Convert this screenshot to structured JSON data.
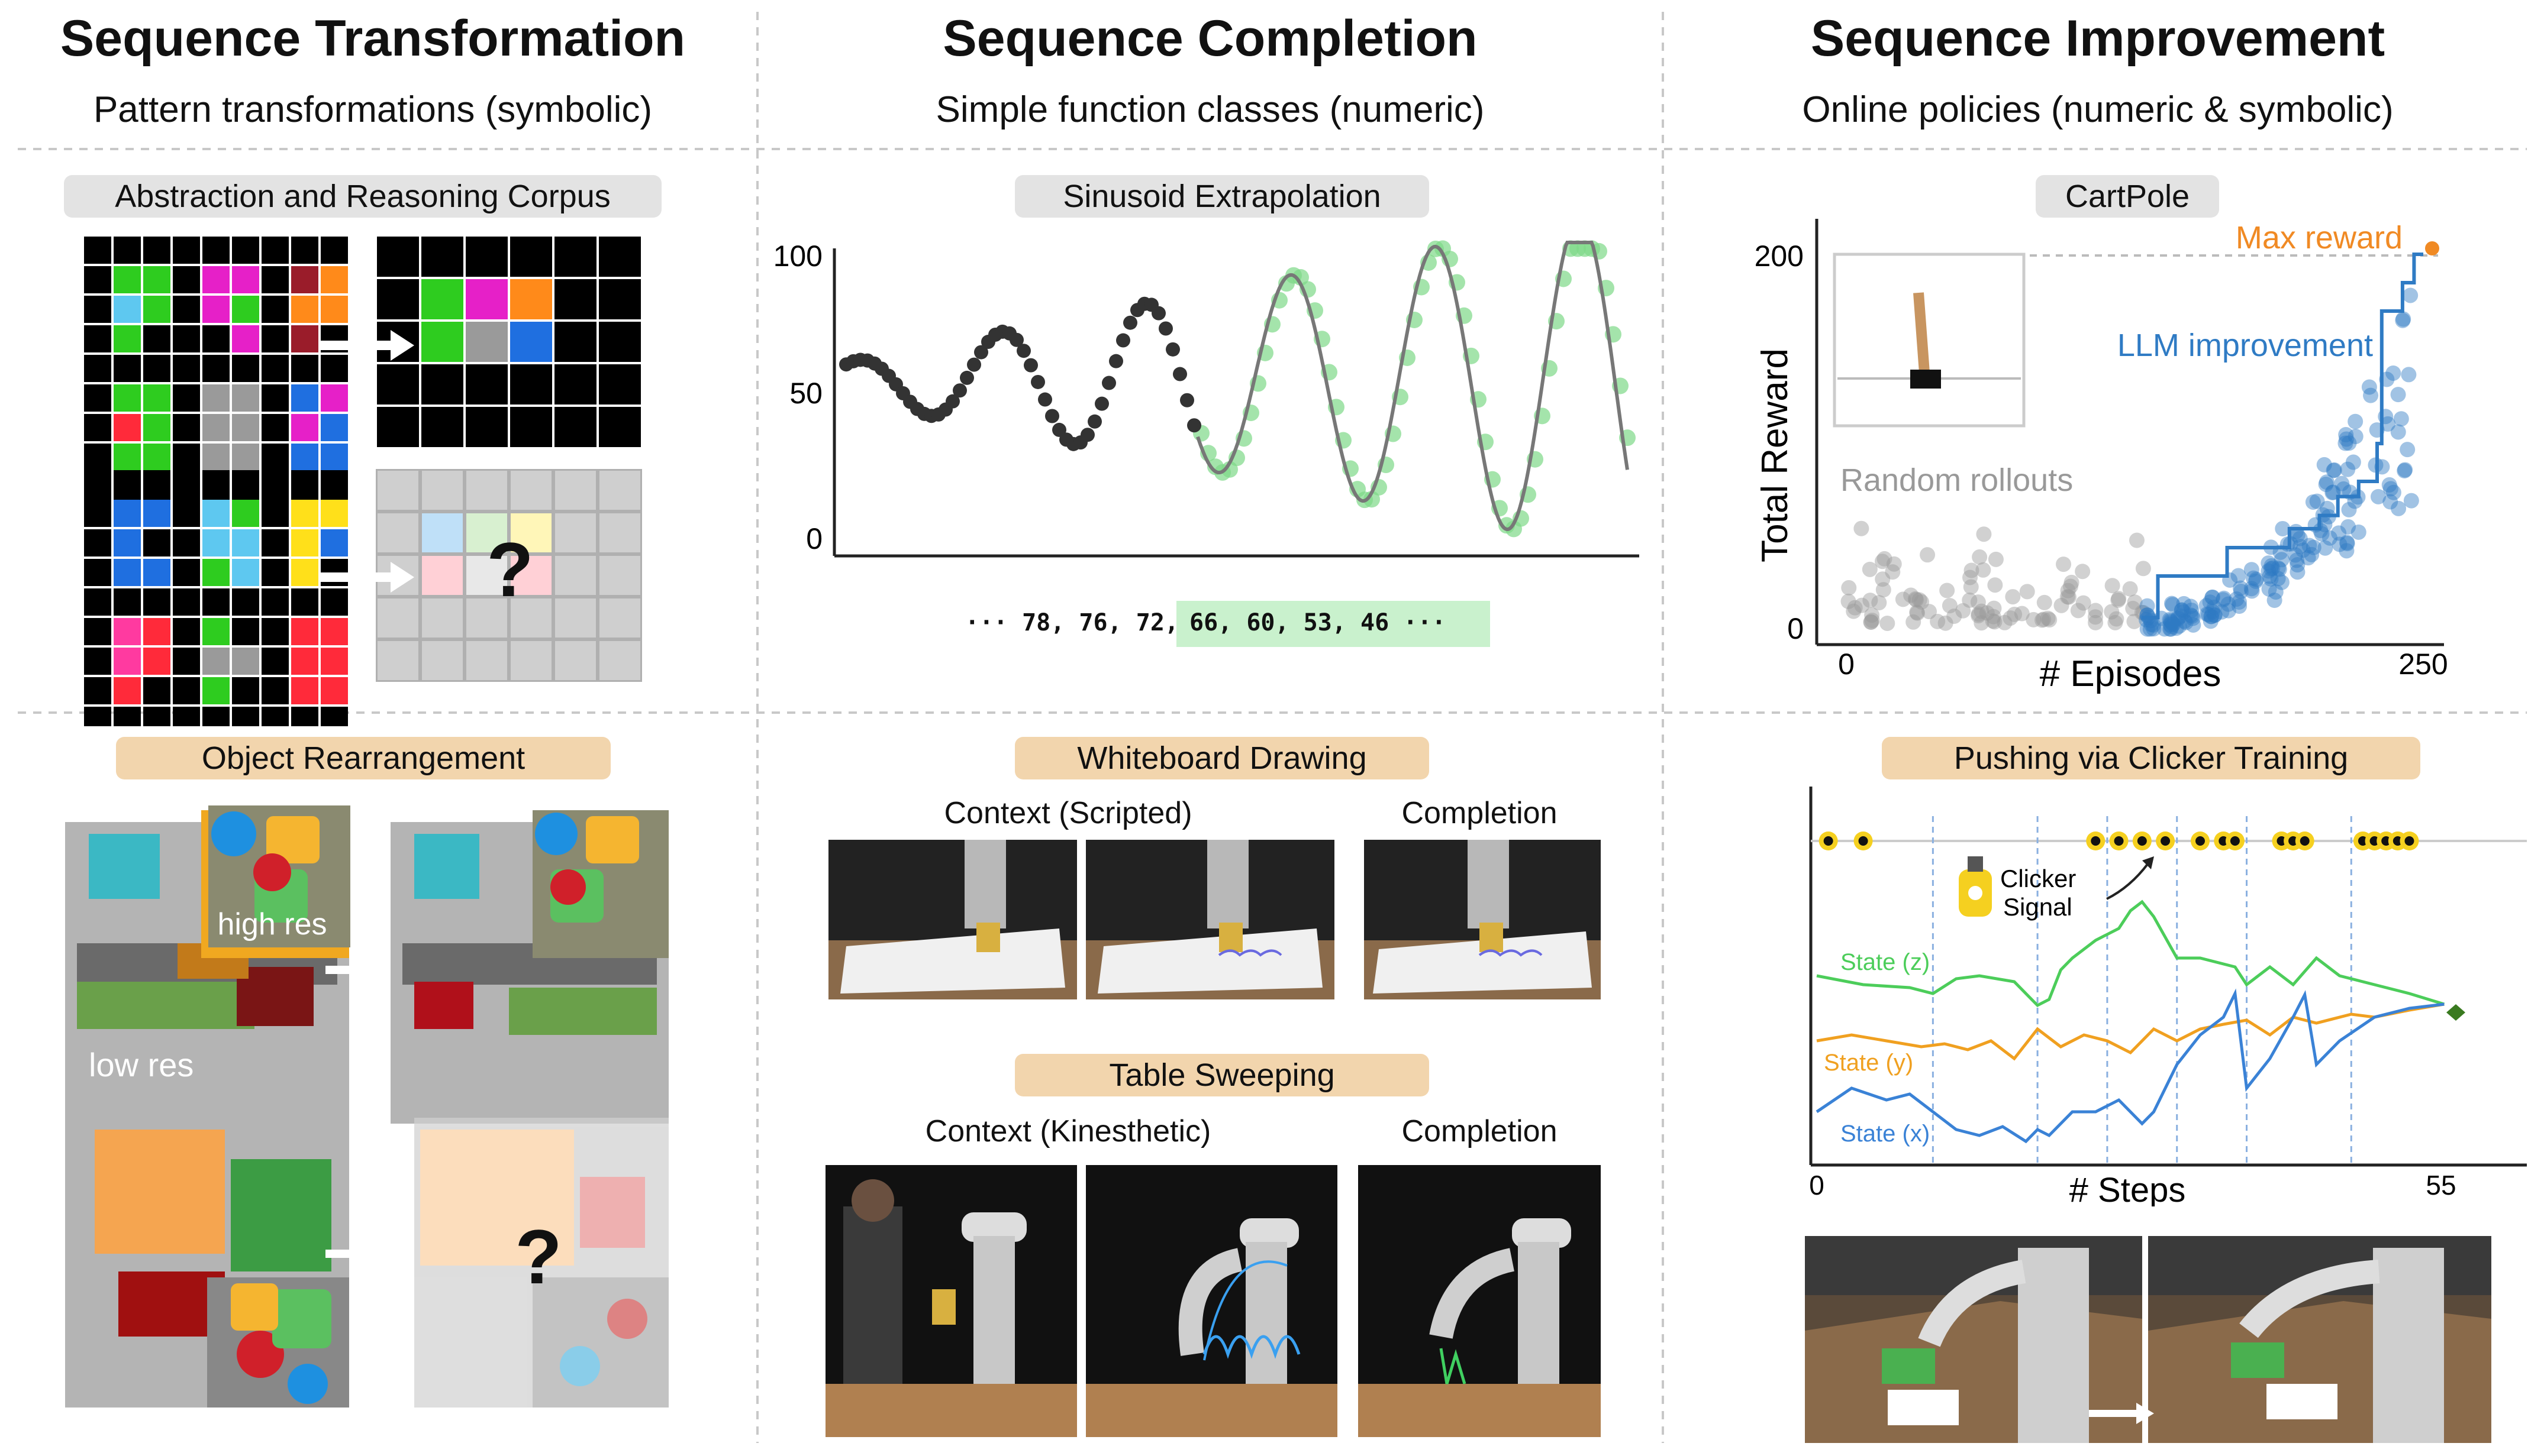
{
  "columns": [
    {
      "title": "Sequence Transformation",
      "subtitle": "Pattern transformations (symbolic)"
    },
    {
      "title": "Sequence Completion",
      "subtitle": "Simple function classes (numeric)"
    },
    {
      "title": "Sequence Improvement",
      "subtitle": "Online policies (numeric & symbolic)"
    }
  ],
  "arc": {
    "label": "Abstraction and Reasoning Corpus",
    "question": "?",
    "palette": {
      "black": "#000000",
      "green": "#2ecc1f",
      "magenta": "#e620c8",
      "orange": "#ff8a1a",
      "gray": "#9a9a9a",
      "blue": "#1f6fe0",
      "cyan": "#5ec8f0",
      "maroon": "#9a1c2a",
      "red": "#ff2a3a",
      "yellow": "#ffe01a",
      "pink": "#ff3aa0"
    }
  },
  "sinusoid": {
    "label": "Sinusoid Extrapolation",
    "sequence_context": "··· 78, 76, 72,",
    "sequence_completion": "66, 60, 53, 46 ···",
    "chart_data": {
      "type": "line",
      "title": "",
      "yticks": [
        "100",
        "50",
        "0"
      ],
      "ylim": [
        0,
        100
      ],
      "xlim": [
        0,
        1
      ],
      "context_color": "#333333",
      "completion_color": "#7ed987",
      "truth_color": "#777777",
      "context_end_x": 0.45
    }
  },
  "cartpole": {
    "label": "CartPole",
    "chart_data": {
      "type": "scatter",
      "xlabel": "# Episodes",
      "ylabel": "Total Reward",
      "xticks": [
        "0",
        "250"
      ],
      "yticks": [
        "200",
        "0"
      ],
      "xlim": [
        0,
        250
      ],
      "ylim": [
        0,
        200
      ],
      "annotations": {
        "max": "Max reward",
        "llm": "LLM improvement",
        "random": "Random rollouts"
      },
      "colors": {
        "random": "#999999",
        "llm": "#2f7bc4",
        "max": "#f08a24"
      }
    }
  },
  "rearrangement": {
    "label": "Object Rearrangement",
    "high_res": "high res",
    "low_res": "low res",
    "question": "?"
  },
  "whiteboard": {
    "label": "Whiteboard Drawing",
    "context": "Context (Scripted)",
    "completion": "Completion"
  },
  "sweeping": {
    "label": "Table Sweeping",
    "context": "Context (Kinesthetic)",
    "completion": "Completion"
  },
  "clicker": {
    "label": "Pushing via Clicker Training",
    "signal_line1": "Clicker",
    "signal_line2": "Signal",
    "chart_data": {
      "type": "line",
      "xlabel": "# Steps",
      "xticks": [
        "0",
        "55"
      ],
      "xlim": [
        0,
        55
      ],
      "series": [
        {
          "name": "State (z)",
          "color": "#4ccd5a"
        },
        {
          "name": "State (y)",
          "color": "#f0a020"
        },
        {
          "name": "State (x)",
          "color": "#3a82d6"
        }
      ],
      "click_steps": [
        1,
        4,
        24,
        26,
        28,
        30,
        33,
        35,
        36,
        40,
        41,
        42,
        47,
        48,
        49,
        50,
        51
      ]
    }
  }
}
